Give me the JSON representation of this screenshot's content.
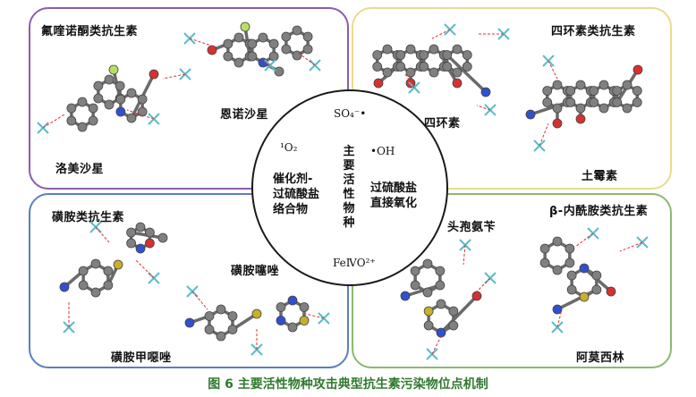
{
  "colors": {
    "quinolones_border": "#8c5cb0",
    "tetracyclines_border": "#e8dc8a",
    "sulfonamides_border": "#5a7fbf",
    "betalactams_border": "#8cb870",
    "caption": "#2f7a2f",
    "attack_arrow": "#e03030",
    "attack_site": "#5bbcc8"
  },
  "quadrants": {
    "quinolones": {
      "title": "氟喹诺酮类抗生素",
      "molecules": [
        "恩诺沙星",
        "洛美沙星"
      ]
    },
    "tetracyclines": {
      "title": "四环素类抗生素",
      "molecules": [
        "四环素",
        "土霉素"
      ]
    },
    "sulfonamides": {
      "title": "磺胺类抗生素",
      "molecules": [
        "磺胺噻唑",
        "磺胺甲噁唑"
      ]
    },
    "betalactams": {
      "title": "β-内酰胺类抗生素",
      "molecules": [
        "头孢氨苄",
        "阿莫西林"
      ]
    }
  },
  "center": {
    "species": {
      "sulfate_radical": "SO₄⁻•",
      "singlet_oxygen": "¹O₂",
      "hydroxyl_radical": "•OH",
      "ferryl": "FeⅣO²⁺"
    },
    "groups": {
      "catalyst_complex": [
        "催化剂-",
        "过硫酸盐",
        "络合物"
      ],
      "direct_oxidation": [
        "过硫酸盐",
        "直接氧化"
      ]
    },
    "vertical_label": [
      "主",
      "要",
      "活",
      "性",
      "物",
      "种"
    ]
  },
  "caption": "图 6  主要活性物种攻击典型抗生素污染物位点机制"
}
